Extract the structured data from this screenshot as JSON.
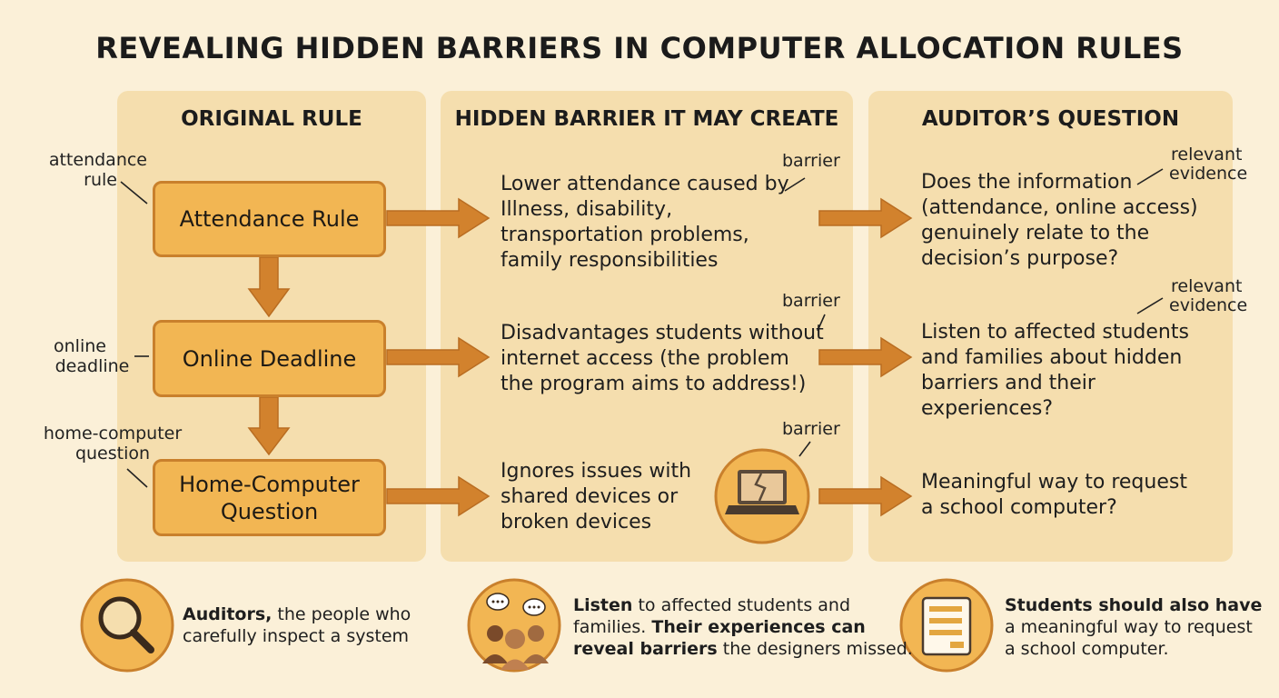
{
  "title": "REVEALING HIDDEN BARRIERS IN COMPUTER ALLOCATION RULES",
  "columns": {
    "original": "ORIGINAL RULE",
    "barrier": "HIDDEN BARRIER IT MAY CREATE",
    "question": "AUDITOR’S QUESTION"
  },
  "rules": [
    {
      "label": "Attendance Rule",
      "callout": [
        "attendance",
        "rule"
      ],
      "barrier_lines": [
        "Lower attendance caused by",
        "Illness, disability,",
        "transportation problems,",
        "family responsibilities"
      ],
      "barrier_tag": "barrier",
      "question_lines": [
        "Does the information",
        "(attendance, online access)",
        "genuinely relate to the",
        "decision’s purpose?"
      ],
      "question_tag": [
        "relevant",
        "evidence"
      ]
    },
    {
      "label": "Online Deadline",
      "callout": [
        "online",
        "deadline"
      ],
      "barrier_lines": [
        "Disadvantages students without",
        "internet access (the problem",
        "the program aims to address!)"
      ],
      "barrier_tag": "barrier",
      "question_lines": [
        "Listen to affected students",
        "and families about hidden",
        "barriers and their",
        "experiences?"
      ],
      "question_tag": [
        "relevant",
        "evidence"
      ]
    },
    {
      "label_lines": [
        "Home-Computer",
        "Question"
      ],
      "callout": [
        "home-computer",
        "question"
      ],
      "barrier_lines": [
        "Ignores issues with",
        "shared devices or",
        "broken devices"
      ],
      "barrier_tag": "barrier",
      "question_lines": [
        "Meaningful way to request",
        "a school computer?"
      ]
    }
  ],
  "bottom": {
    "auditors": {
      "bold": "Auditors,",
      "rest1": " the people who",
      "line2": "carefully inspect a system"
    },
    "listen": {
      "bold1": "Listen",
      "rest1": " to affected students and",
      "line2_plain": "families. ",
      "line2_bold": "Their experiences can",
      "line3_bold": "reveal barriers",
      "line3_rest": " the designers missed."
    },
    "students": {
      "line1_bold": "Students should also have",
      "line2": "a meaningful way to request",
      "line3": "a school computer."
    }
  },
  "icons": {
    "magnifier": "magnifier-icon",
    "people": "people-talking-icon",
    "form": "form-document-icon",
    "laptop": "broken-laptop-icon"
  },
  "colors": {
    "background": "#fbf0d8",
    "panel": "#f5deae",
    "box_fill": "#f2b653",
    "box_border": "#c9802c",
    "arrow": "#d2822d"
  }
}
